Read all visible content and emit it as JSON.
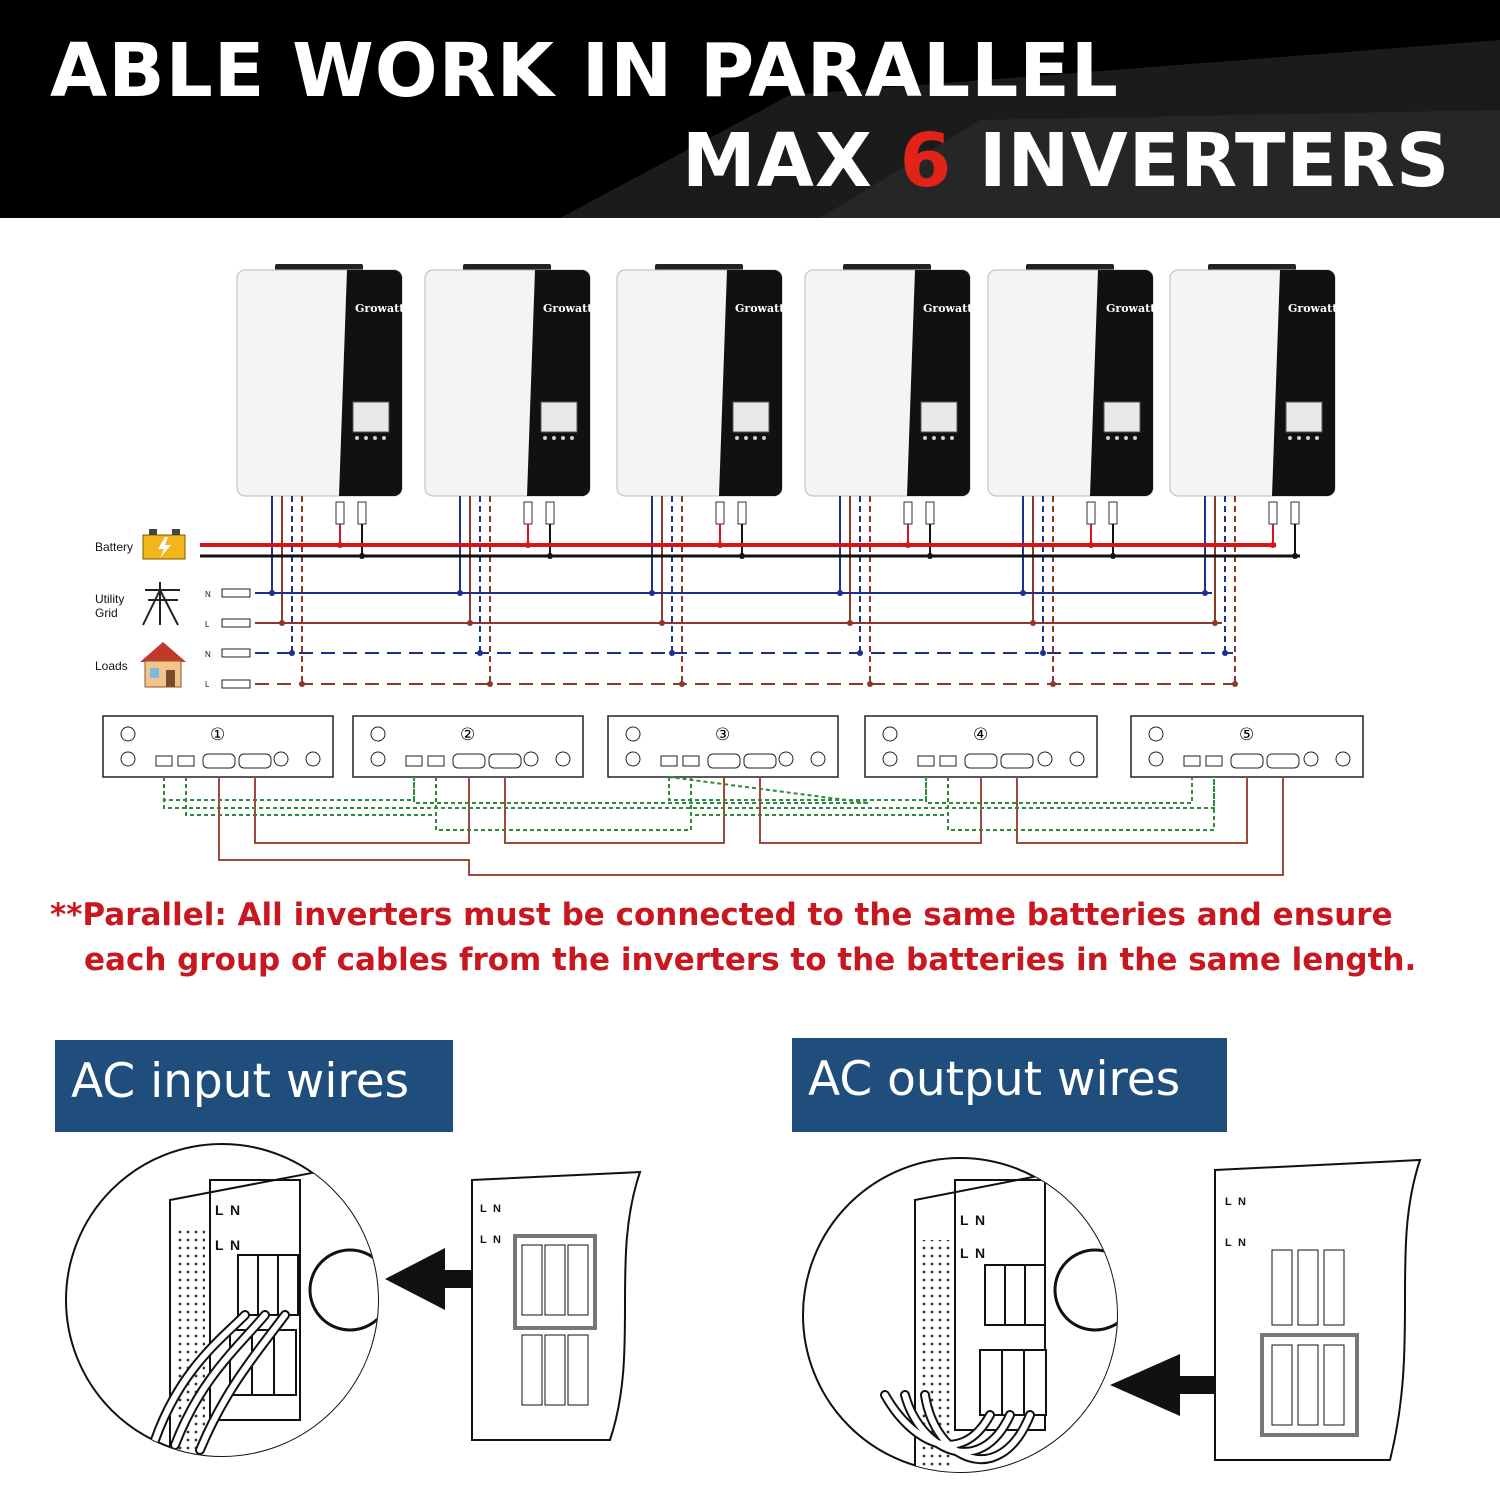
{
  "banner": {
    "line1": "ABLE WORK IN PARALLEL",
    "line2_prefix": "MAX ",
    "line2_number": "6",
    "line2_suffix": " INVERTERS",
    "accent_color": "#e2231a",
    "stripe_color": "#1f6b4e"
  },
  "inverters": {
    "brand": "Growatt",
    "count": 6
  },
  "sources": {
    "battery": "Battery",
    "utility_grid": "Utility Grid",
    "loads": "Loads",
    "neutral": "N",
    "line": "L",
    "icons": [
      "battery-icon",
      "utility-pole-icon",
      "house-icon"
    ]
  },
  "parallel_boards": [
    "①",
    "②",
    "③",
    "④",
    "⑤"
  ],
  "note": {
    "line1": "**Parallel: All inverters must be connected to the same batteries and ensure",
    "line2": "each group of cables from the inverters to the batteries in the same length."
  },
  "panels": {
    "left_title": "AC input wires",
    "right_title": "AC output wires",
    "terminal_L": "L",
    "terminal_N": "N",
    "label_color": "#1f4e7d"
  },
  "wire_colors": {
    "battery_positive": "#d7141a",
    "battery_negative": "#111111",
    "neutral": "#1d2f8f",
    "line": "#8b3a2a",
    "parallel_signal": "#2e8b3c",
    "parallel_current": "#9c4a3a"
  }
}
